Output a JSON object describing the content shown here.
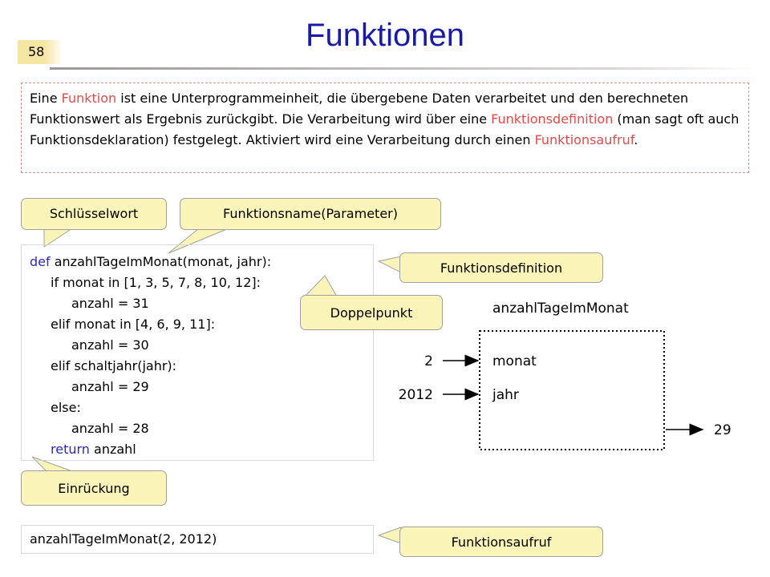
{
  "slide_number": "58",
  "title": "Funktionen",
  "intro": {
    "t1": "Eine ",
    "h1": "Funktion",
    "t2": " ist eine Unterprogrammeinheit, die übergebene Daten verarbeitet und den berechneten Funktionswert als Ergebnis zurückgibt. Die Verarbeitung wird über eine ",
    "h2": "Funktionsdefinition",
    "t3": " (man sagt oft auch Funktionsdeklaration) festgelegt. Aktiviert wird eine Verarbeitung durch einen ",
    "h3": "Funktionsaufruf",
    "t4": "."
  },
  "code": {
    "line1_kw": "def",
    "line1_rest": " anzahlTageImMonat(monat, jahr):",
    "line2": "if monat in [1, 3, 5, 7, 8, 10, 12]:",
    "line3": "anzahl = 31",
    "line4": "elif monat in [4, 6, 9, 11]:",
    "line5": "anzahl = 30",
    "line6": "elif schaltjahr(jahr):",
    "line7": "anzahl = 29",
    "line8": "else:",
    "line9": "anzahl = 28",
    "line10_kw": "return",
    "line10_rest": " anzahl"
  },
  "call": "anzahlTageImMonat(2, 2012)",
  "callouts": {
    "schluesselwort": "Schlüsselwort",
    "funktionsname": "Funktionsname(Parameter)",
    "funktionsdefinition": "Funktionsdefinition",
    "doppelpunkt": "Doppelpunkt",
    "einrueckung": "Einrückung",
    "funktionsaufruf": "Funktionsaufruf"
  },
  "diagram": {
    "function_name": "anzahlTageImMonat",
    "input1_value": "2",
    "input2_value": "2012",
    "param1": "monat",
    "param2": "jahr",
    "output_value": "29"
  }
}
